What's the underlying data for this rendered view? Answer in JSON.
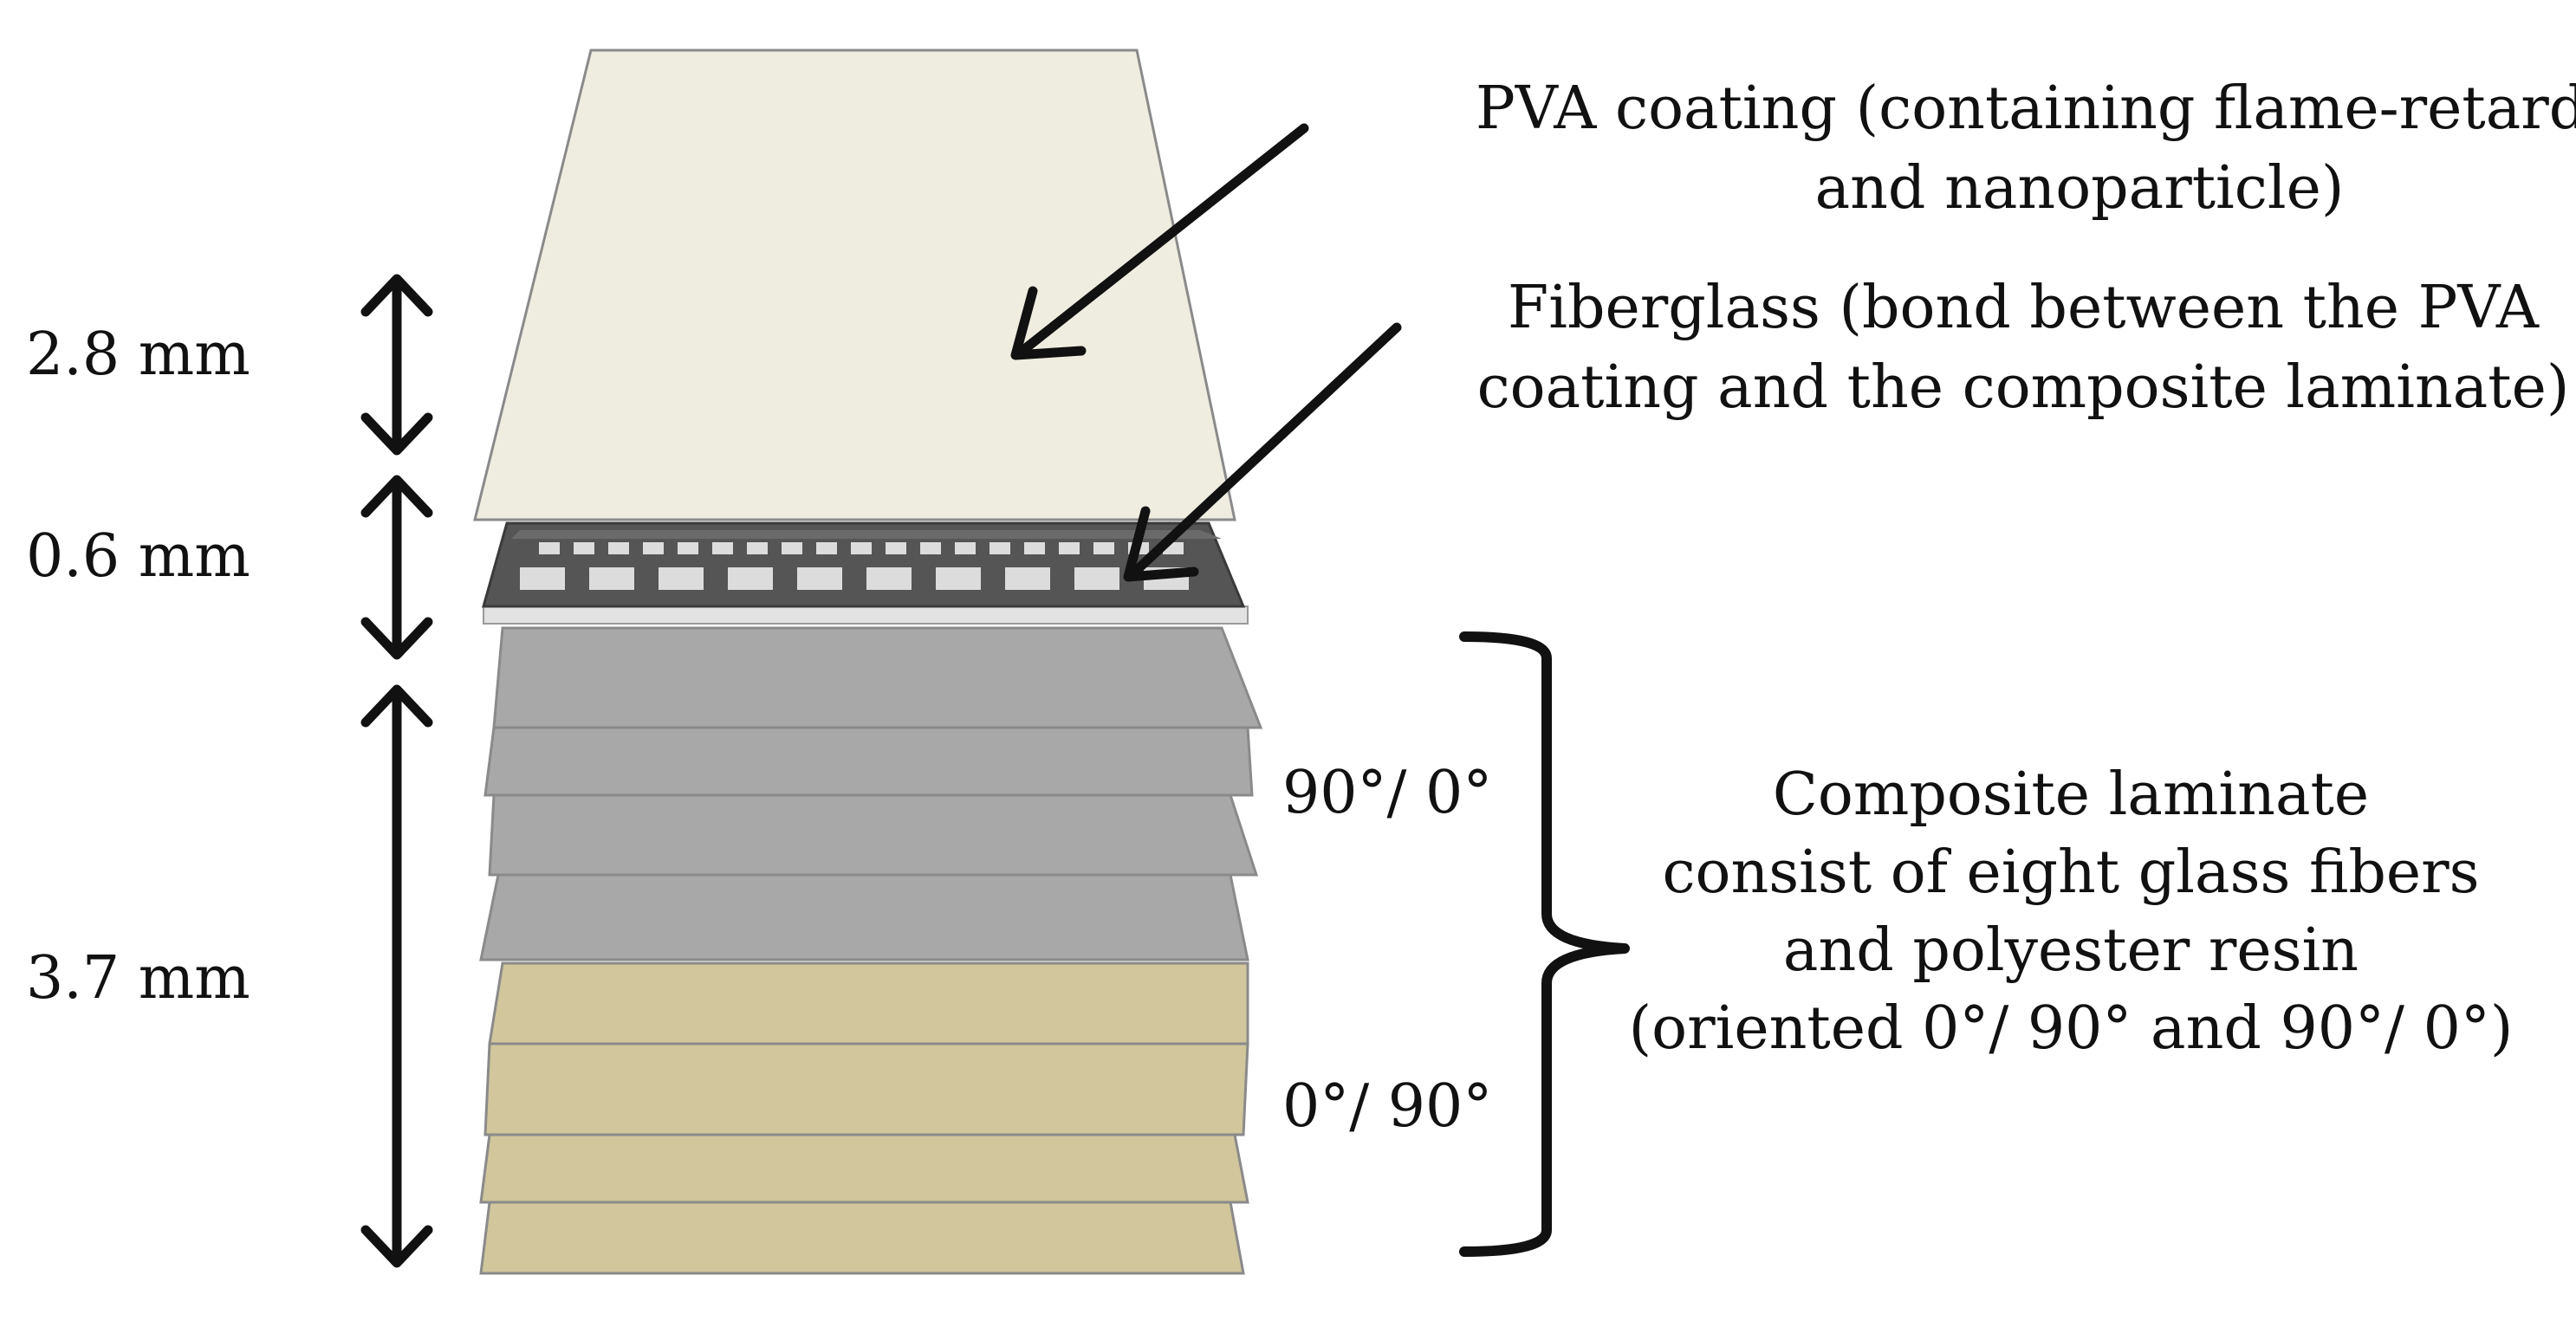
{
  "dimensions": {
    "pva": "2.8 mm",
    "fiberglass": "0.6 mm",
    "laminate": "3.7 mm"
  },
  "labels": {
    "pva_line1": "PVA coating (containing flame-retardant",
    "pva_line2": "and nanoparticle)",
    "fiberglass_line1": "Fiberglass (bond between the PVA",
    "fiberglass_line2": "coating and the composite laminate)",
    "orientation_upper": "90°/ 0°",
    "orientation_lower": "0°/ 90°",
    "laminate_line1": "Composite laminate",
    "laminate_line2": "consist of eight glass fibers",
    "laminate_line3": "and polyester resin",
    "laminate_line4": "(oriented 0°/ 90° and 90°/ 0°)"
  },
  "colors": {
    "pva_layer": "#efede0",
    "fiberglass_mesh": "#555555",
    "fiberglass_gap": "#dcdcdc",
    "grey_ply": "#a8a8a8",
    "tan_ply": "#d1c69c",
    "outline": "#8a8a8a",
    "ink": "#111111"
  }
}
